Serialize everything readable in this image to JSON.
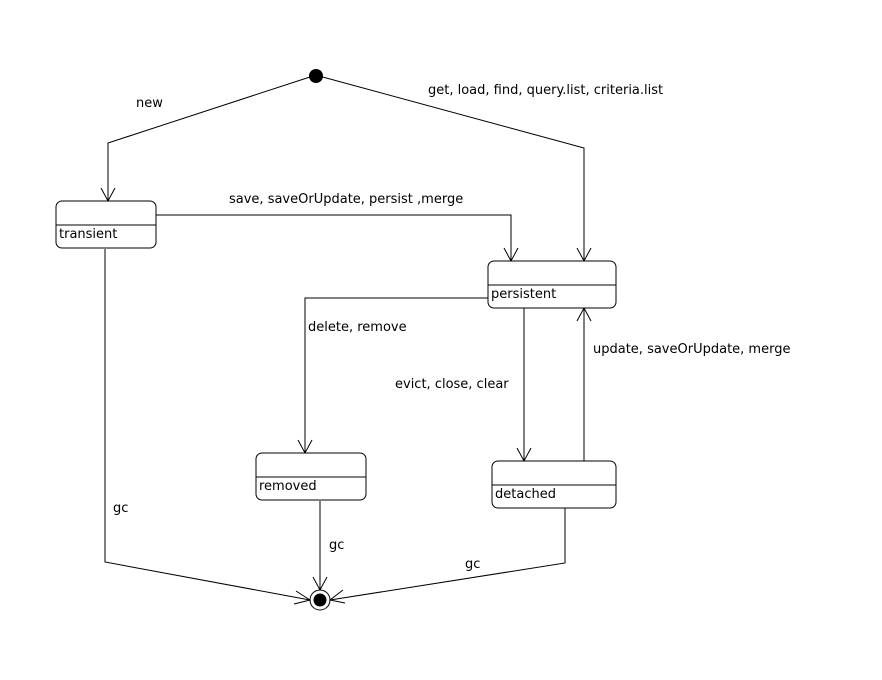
{
  "states": {
    "transient": "transient",
    "persistent": "persistent",
    "removed": "removed",
    "detached": "detached"
  },
  "transitions": {
    "new": "new",
    "get_load": "get, load, find, query.list, criteria.list",
    "save": "save, saveOrUpdate, persist ,merge",
    "delete": "delete, remove",
    "evict": "evict, close, clear",
    "update": "update, saveOrUpdate, merge",
    "gc_transient": "gc",
    "gc_removed": "gc",
    "gc_detached": "gc"
  }
}
